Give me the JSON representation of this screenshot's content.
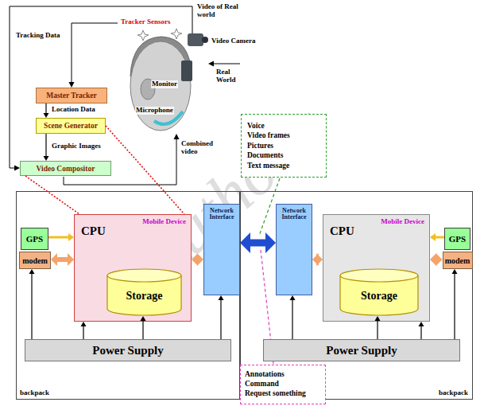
{
  "diagram": {
    "nodes": [
      {
        "text": [
          "Master Tracker"
        ]
      },
      {
        "text": [
          "Scene Generator"
        ]
      },
      {
        "text": [
          "Video Compositor"
        ]
      },
      {
        "text": [
          "backpack"
        ]
      },
      {
        "text": [
          "GPS"
        ],
        "in": 3
      },
      {
        "text": [
          "modem"
        ],
        "in": 3
      },
      {
        "text": [
          "CPU",
          "Mobile Device"
        ],
        "in": 3
      },
      {
        "text": [
          "Storage"
        ],
        "in": 6
      },
      {
        "text": [
          "Network Interface"
        ],
        "in": 3
      },
      {
        "text": [
          "Power Supply"
        ],
        "in": 3
      },
      {
        "text": [
          "Voice",
          "Video frames",
          "Pictures",
          "Documents",
          "Text message"
        ]
      },
      {
        "text": [
          "backpack"
        ]
      },
      {
        "text": [
          "Network Interface"
        ],
        "in": 11
      },
      {
        "text": [
          "CPU",
          "Mobile Device"
        ],
        "in": 11
      },
      {
        "text": [
          "Storage"
        ],
        "in": 13
      },
      {
        "text": [
          "GPS"
        ],
        "in": 11
      },
      {
        "text": [
          "modem"
        ],
        "in": 11
      },
      {
        "text": [
          "Power Supply"
        ],
        "in": 11
      },
      {
        "text": [
          "Annotations",
          "Command",
          "Request something"
        ]
      }
    ],
    "edges": [
      {
        "from": 0,
        "to": 1,
        "label": "Location Data",
        "arrow": "to"
      },
      {
        "from": 1,
        "to": 2,
        "label": "Graphic Images",
        "arrow": "to"
      },
      {
        "from": 2,
        "to": 6,
        "arrow": "none"
      },
      {
        "from": 1,
        "to": 6,
        "arrow": "none"
      },
      {
        "from": 4,
        "to": 6,
        "arrow": "to"
      },
      {
        "from": 5,
        "to": 6,
        "arrow": "both"
      },
      {
        "from": 6,
        "to": 8,
        "arrow": "both"
      },
      {
        "from": 8,
        "to": 12,
        "arrow": "both"
      },
      {
        "from": 13,
        "to": 12,
        "arrow": "both"
      },
      {
        "from": 15,
        "to": 13,
        "arrow": "to"
      },
      {
        "from": 16,
        "to": 13,
        "arrow": "both"
      },
      {
        "from": 9,
        "to": 5,
        "arrow": "to"
      },
      {
        "from": 9,
        "to": 6,
        "arrow": "to"
      },
      {
        "from": 9,
        "to": 7,
        "arrow": "to"
      },
      {
        "from": 9,
        "to": 8,
        "arrow": "to"
      },
      {
        "from": 17,
        "to": 12,
        "arrow": "to"
      },
      {
        "from": 17,
        "to": 14,
        "arrow": "to"
      },
      {
        "from": 17,
        "to": 13,
        "arrow": "to"
      },
      {
        "from": 17,
        "to": 16,
        "arrow": "to"
      }
    ],
    "labels": [
      "Tracking Data",
      "Tracker Sensors",
      "Video of Real world",
      "Video Camera",
      "Real World",
      "Monitor",
      "Microphone",
      "Combined video",
      "Author's"
    ]
  }
}
